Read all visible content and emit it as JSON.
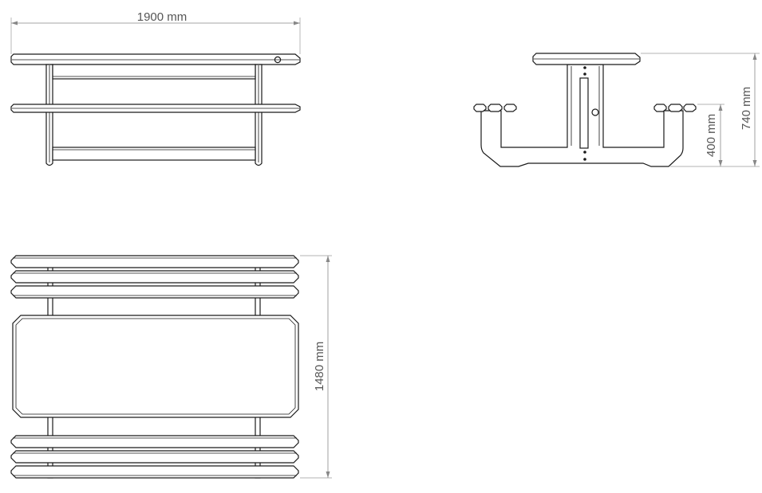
{
  "dimensions": {
    "length": "1900 mm",
    "height_table": "740 mm",
    "height_seat": "400 mm",
    "depth": "1480 mm"
  },
  "colors": {
    "line": "#1a1a1a",
    "dimension": "#888888",
    "text": "#555555",
    "background": "#ffffff"
  }
}
